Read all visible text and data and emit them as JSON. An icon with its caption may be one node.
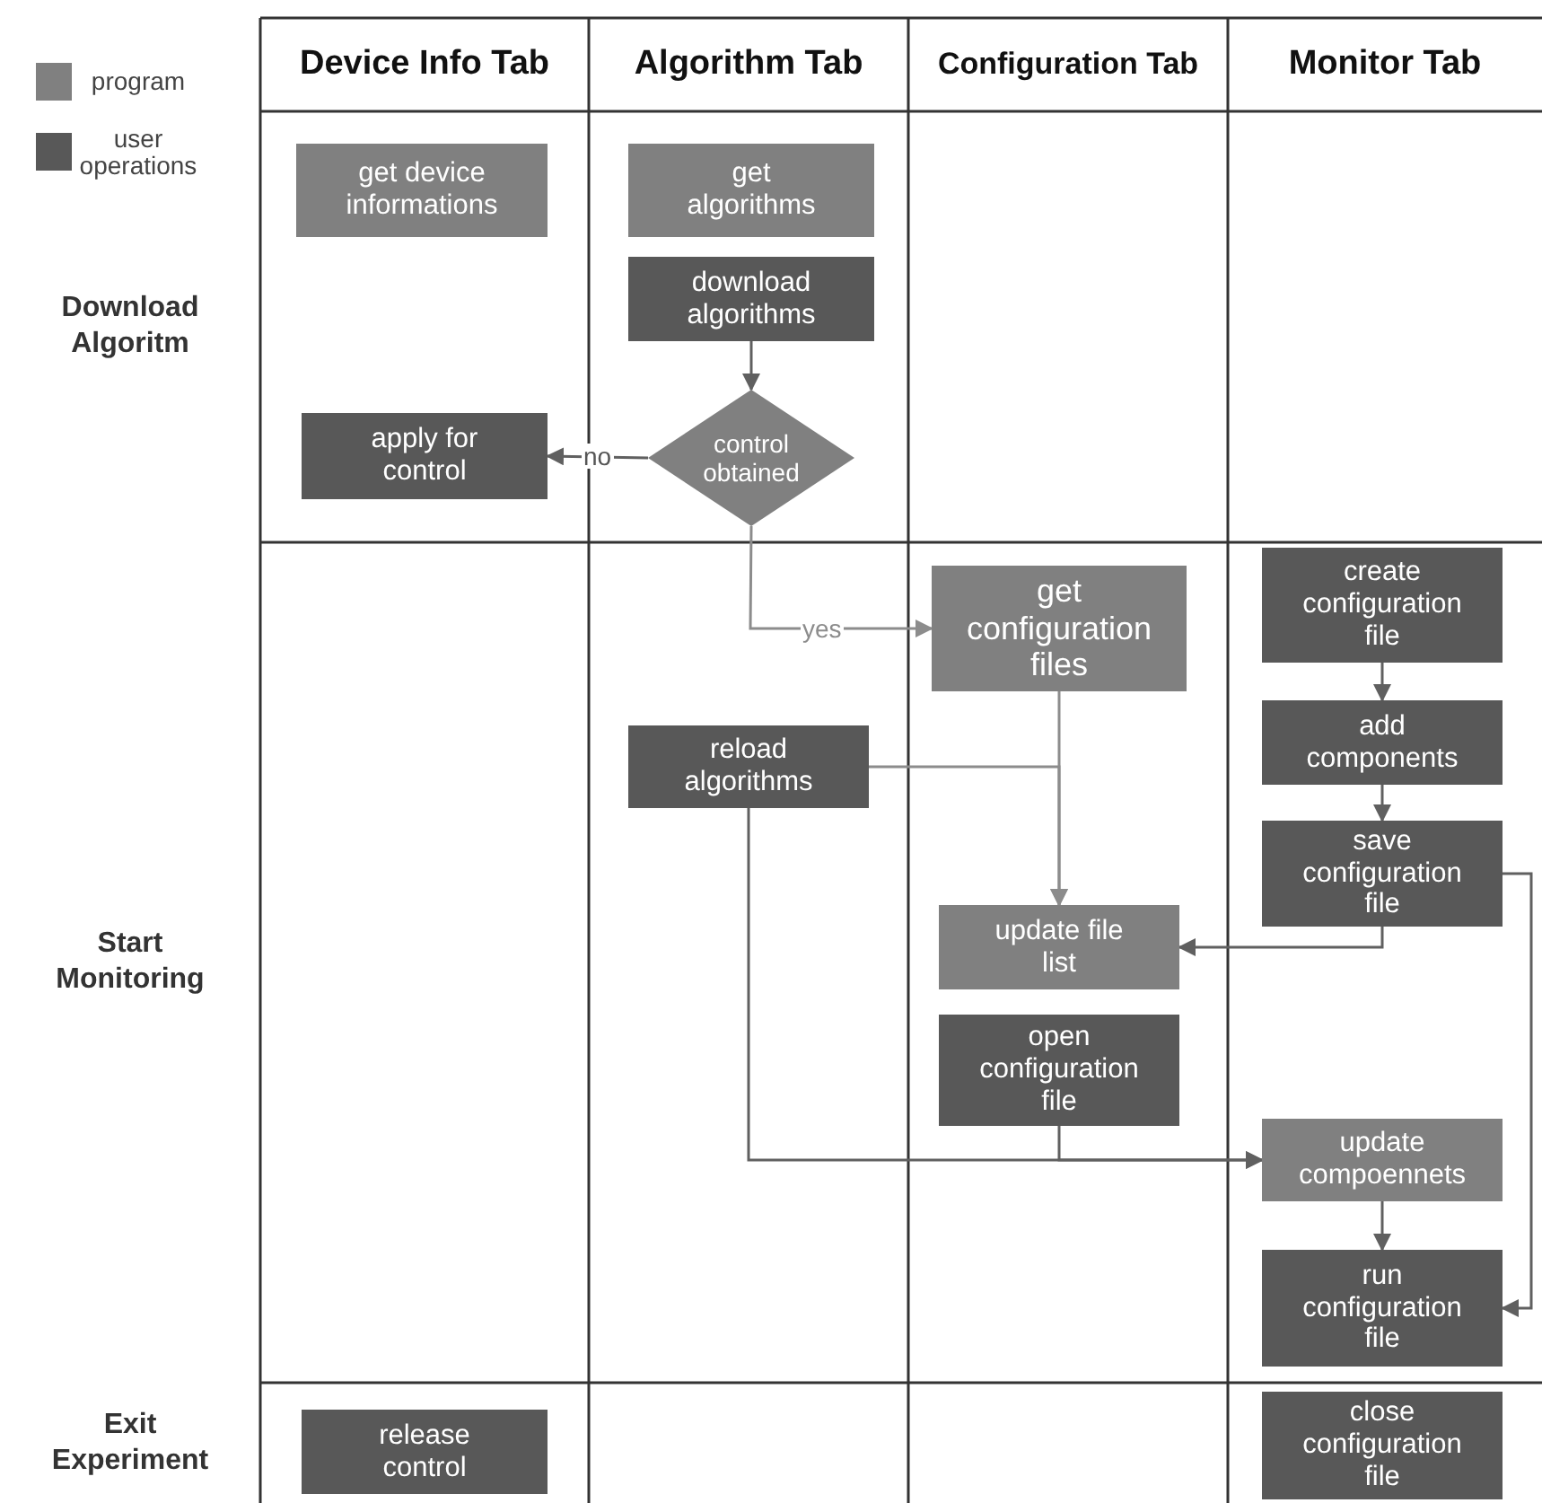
{
  "diagram": {
    "nodes": [
      {
        "text": [
          "get device informations"
        ]
      },
      {
        "text": [
          "get algorithms"
        ]
      },
      {
        "text": [
          "download algorithms"
        ]
      },
      {
        "text": [
          "control obtained"
        ]
      },
      {
        "text": [
          "apply for control"
        ]
      },
      {
        "text": [
          "get configuration files"
        ]
      },
      {
        "text": [
          "create configuration file"
        ]
      },
      {
        "text": [
          "reload algorithms"
        ]
      },
      {
        "text": [
          "add components"
        ]
      },
      {
        "text": [
          "save configuration file"
        ]
      },
      {
        "text": [
          "update file list"
        ]
      },
      {
        "text": [
          "open configuration file"
        ]
      },
      {
        "text": [
          "update compoennets"
        ]
      },
      {
        "text": [
          "run configuration file"
        ]
      },
      {
        "text": [
          "release control"
        ]
      },
      {
        "text": [
          "close configuration file"
        ]
      }
    ],
    "edges": [
      {
        "from": 2,
        "to": 3,
        "arrow": "to"
      },
      {
        "from": 3,
        "to": 4,
        "arrow": "to",
        "label": "no"
      },
      {
        "from": 3,
        "to": 5,
        "arrow": "to",
        "label": "yes",
        "color": "#8c8c8c"
      },
      {
        "from": 5,
        "to": 10,
        "arrow": "to",
        "color": "#8c8c8c"
      },
      {
        "from": 7,
        "to": 10,
        "arrow": "to",
        "color": "#8c8c8c"
      },
      {
        "from": 6,
        "to": 8,
        "arrow": "to"
      },
      {
        "from": 8,
        "to": 9,
        "arrow": "to"
      },
      {
        "from": 9,
        "to": 10,
        "arrow": "to"
      },
      {
        "from": 7,
        "to": 12,
        "arrow": "to"
      },
      {
        "from": 11,
        "to": 12,
        "arrow": "to"
      },
      {
        "from": 12,
        "to": 13,
        "arrow": "to"
      },
      {
        "from": 9,
        "to": 13,
        "arrow": "to"
      }
    ],
    "labels": [
      "Device Info Tab",
      "Algorithm Tab",
      "Configuration Tab",
      "Monitor Tab",
      "Download Algoritm",
      "Start Monitoring",
      "Exit Experiment"
    ],
    "legend": [
      {
        "text": "program",
        "color": "#808080"
      },
      {
        "text": "user operations",
        "color": "#585858"
      }
    ]
  }
}
